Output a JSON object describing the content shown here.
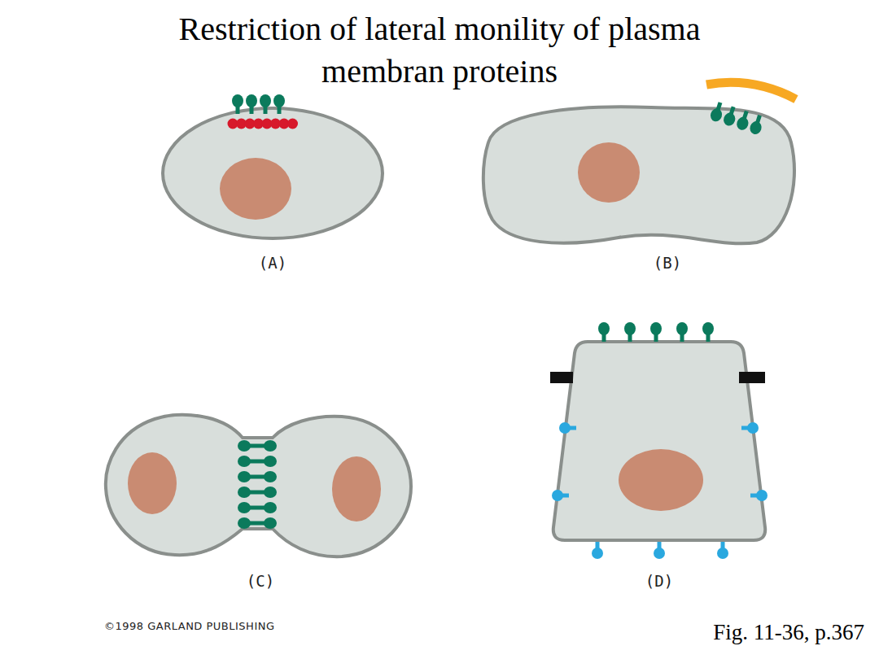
{
  "diagram": {
    "title": "Restriction of lateral monility of plasma membran proteins",
    "labels": [
      "(A)",
      "(B)",
      "(C)",
      "(D)",
      "©1998 GARLAND PUBLISHING",
      "Fig. 11-36, p.367"
    ]
  }
}
